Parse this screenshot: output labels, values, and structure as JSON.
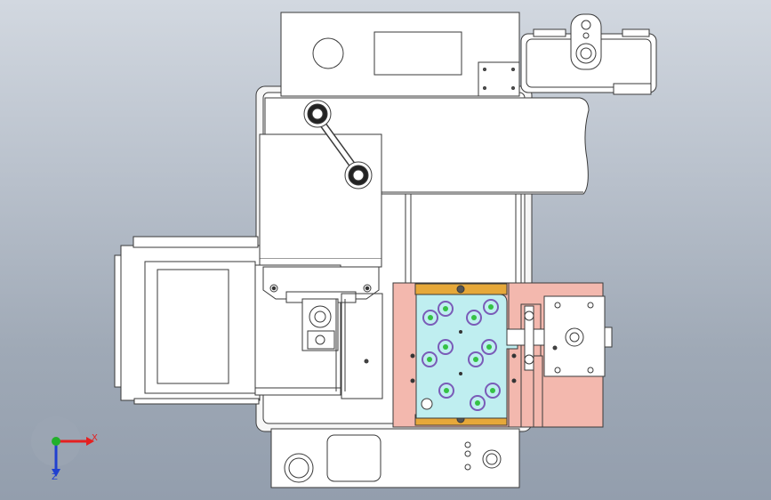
{
  "viewport": {
    "type": "cad-3d-viewport",
    "background_top": "#d2d8e0",
    "background_bottom": "#939ead"
  },
  "colors": {
    "part_fill": "#ffffff",
    "outline": "#3a3a3a",
    "fixture_plate": "#f3b8ae",
    "cyan_block": "#bfeef0",
    "gold_rail": "#e6a83a",
    "screw_ring": "#7a5bb8",
    "screw_center": "#35c245",
    "axis_x": "#e52020",
    "axis_y": "#22b02a",
    "axis_z": "#2040d0"
  },
  "triad": {
    "x_label": "X",
    "z_label": "Z"
  },
  "icons": [
    "coordinate-triad-icon"
  ]
}
